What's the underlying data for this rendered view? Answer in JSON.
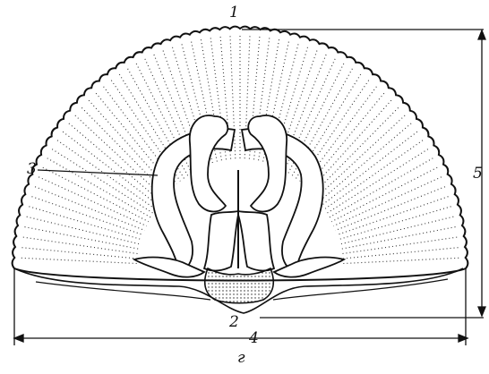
{
  "figure": {
    "labels": {
      "top": "1",
      "bottom_center": "2",
      "left": "3",
      "width_dimension": "4",
      "height_dimension": "5",
      "panel_letter": "г"
    },
    "colors": {
      "ink": "#111111",
      "background": "#ffffff"
    }
  }
}
